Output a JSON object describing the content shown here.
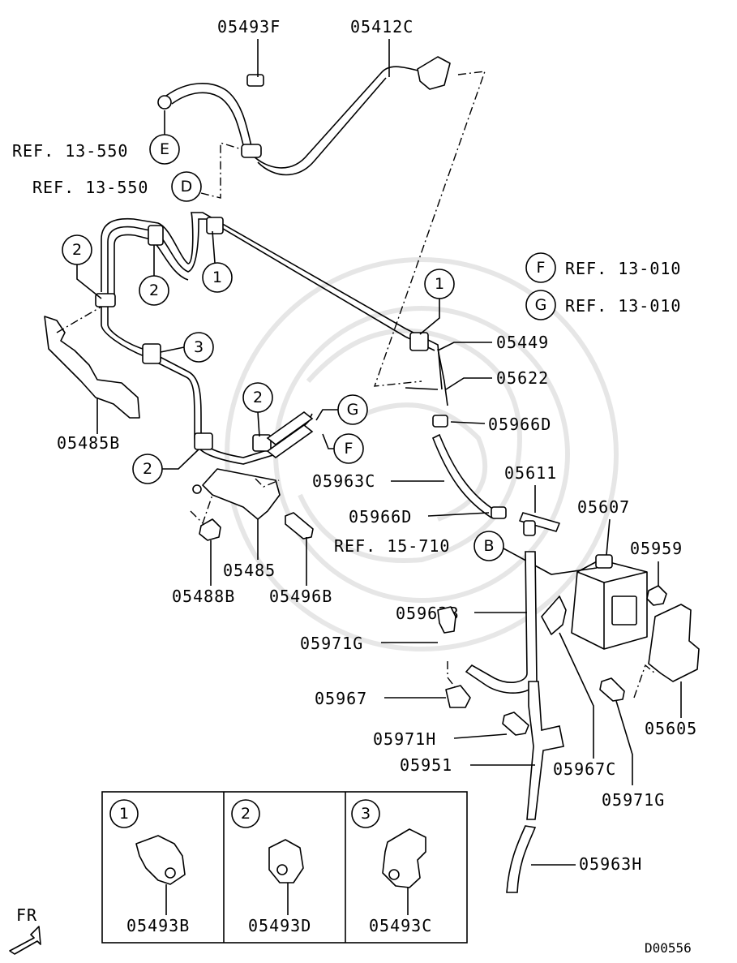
{
  "diagram_code": "D00556",
  "direction_label": "FR",
  "part_labels": {
    "p05493F": "05493F",
    "p05412C": "05412C",
    "p05449": "05449",
    "p05622": "05622",
    "p05966D_top": "05966D",
    "p05966D_mid": "05966D",
    "p05963C": "05963C",
    "p05611": "05611",
    "p05607": "05607",
    "p05959": "05959",
    "p05963B": "05963B",
    "p05971G_left": "05971G",
    "p05967": "05967",
    "p05971H": "05971H",
    "p05951": "05951",
    "p05967C": "05967C",
    "p05971G_right": "05971G",
    "p05605": "05605",
    "p05963H": "05963H",
    "p05485B": "05485B",
    "p05485": "05485",
    "p05488B": "05488B",
    "p05496B": "05496B"
  },
  "references": {
    "ref_E": {
      "text": "REF. 13-550",
      "letter": "E"
    },
    "ref_D": {
      "text": "REF. 13-550",
      "letter": "D"
    },
    "ref_F": {
      "text": "REF. 13-010",
      "letter": "F"
    },
    "ref_G": {
      "text": "REF. 13-010",
      "letter": "G"
    },
    "ref_B": {
      "text": "REF. 15-710",
      "letter": "B"
    }
  },
  "connector_letters": {
    "G": "G",
    "F": "F"
  },
  "callouts": {
    "c1a": "1",
    "c1b": "1",
    "c2a": "2",
    "c2b": "2",
    "c2c": "2",
    "c2d": "2",
    "c3": "3"
  },
  "clip_table": [
    {
      "index": "1",
      "part": "05493B"
    },
    {
      "index": "2",
      "part": "05493D"
    },
    {
      "index": "3",
      "part": "05493C"
    }
  ]
}
